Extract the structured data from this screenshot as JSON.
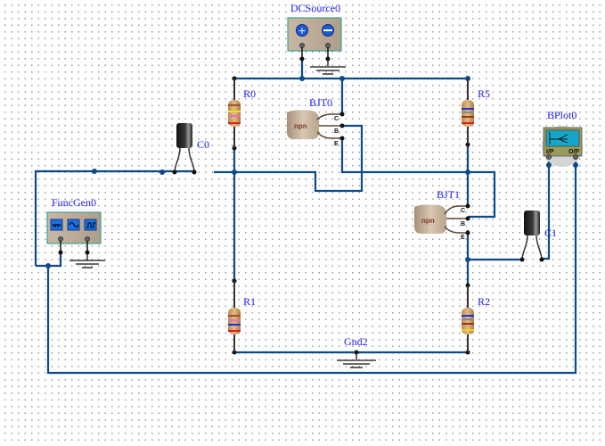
{
  "components": {
    "dc_source": {
      "label": "DCSource0"
    },
    "func_gen": {
      "label": "FuncGen0"
    },
    "bjt0": {
      "label": "BJT0",
      "type_text": "npn",
      "pins": [
        "C",
        "B",
        "E"
      ]
    },
    "bjt1": {
      "label": "BJT1",
      "type_text": "npn",
      "pins": [
        "C",
        "B",
        "E"
      ]
    },
    "r0": {
      "label": "R0"
    },
    "r1": {
      "label": "R1"
    },
    "r2": {
      "label": "R2"
    },
    "r5": {
      "label": "R5"
    },
    "c0": {
      "label": "C0"
    },
    "c1": {
      "label": "C1"
    },
    "gnd": {
      "label": "Gnd2"
    },
    "bplot": {
      "label": "BPlot0",
      "in_label": "I/P",
      "out_label": "O/P"
    }
  },
  "colors": {
    "wire": "#0d4a8a",
    "label": "#1a1aff",
    "lead": "#333333"
  }
}
